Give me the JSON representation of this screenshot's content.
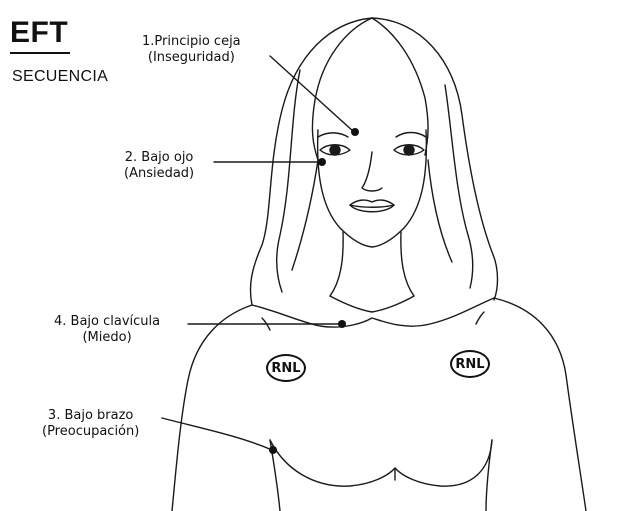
{
  "title": "EFT",
  "subtitle": "SECUENCIA",
  "points": [
    {
      "name": "1.Principio ceja",
      "emotion": "(Inseguridad)"
    },
    {
      "name": "2. Bajo ojo",
      "emotion": "(Ansiedad)"
    },
    {
      "name": "4. Bajo clavícula",
      "emotion": "(Miedo)"
    },
    {
      "name": "3. Bajo brazo",
      "emotion": "(Preocupación)"
    }
  ],
  "rnl_label": "RNL"
}
